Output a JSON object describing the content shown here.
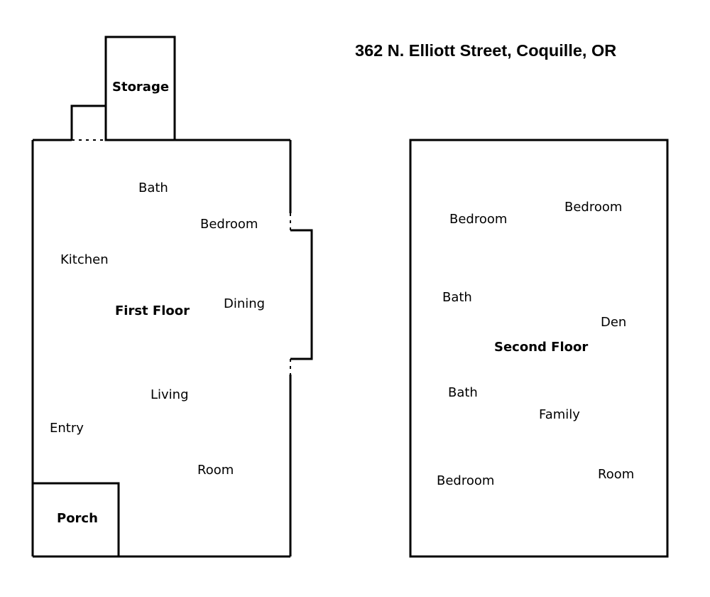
{
  "title": "362 N. Elliott Street, Coquille, OR",
  "first_floor": {
    "name": "First Floor",
    "rooms": {
      "storage": "Storage",
      "bath": "Bath",
      "bedroom": "Bedroom",
      "kitchen": "Kitchen",
      "dining": "Dining",
      "living": "Living",
      "entry": "Entry",
      "room": "Room",
      "porch": "Porch"
    }
  },
  "second_floor": {
    "name": "Second Floor",
    "rooms": {
      "bedroom_1": "Bedroom",
      "bedroom_2": "Bedroom",
      "bath_1": "Bath",
      "den": "Den",
      "bath_2": "Bath",
      "family": "Family",
      "bedroom_3": "Bedroom",
      "room": "Room"
    }
  }
}
